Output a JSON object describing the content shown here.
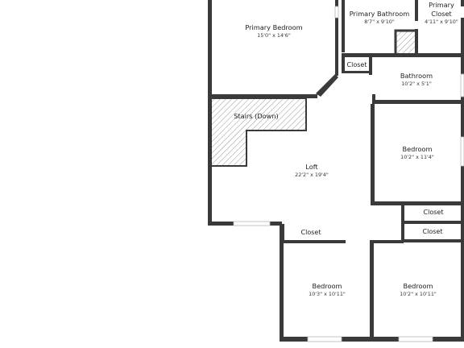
{
  "rooms": {
    "primary_bedroom": {
      "name": "Primary Bedroom",
      "dims": "15'0\" x 14'6\""
    },
    "primary_bathroom": {
      "name": "Primary Bathroom",
      "dims": "8'7\" x 9'10\""
    },
    "primary_closet": {
      "name_line1": "Primary",
      "name_line2": "Closet",
      "dims": "4'11\" x 9'10\""
    },
    "closet_top": {
      "name": "Closet"
    },
    "bathroom": {
      "name": "Bathroom",
      "dims": "10'2\" x 5'1\""
    },
    "stairs": {
      "name": "Stairs (Down)"
    },
    "loft": {
      "name": "Loft",
      "dims": "22'2\" x 19'4\""
    },
    "bedroom_right": {
      "name": "Bedroom",
      "dims": "10'2\" x 11'4\""
    },
    "closet_right_1": {
      "name": "Closet"
    },
    "closet_right_2": {
      "name": "Closet"
    },
    "closet_bottom": {
      "name": "Closet"
    },
    "bedroom_bottom_left": {
      "name": "Bedroom",
      "dims": "10'3\" x 10'11\""
    },
    "bedroom_bottom_right": {
      "name": "Bedroom",
      "dims": "10'2\" x 10'11\""
    }
  }
}
